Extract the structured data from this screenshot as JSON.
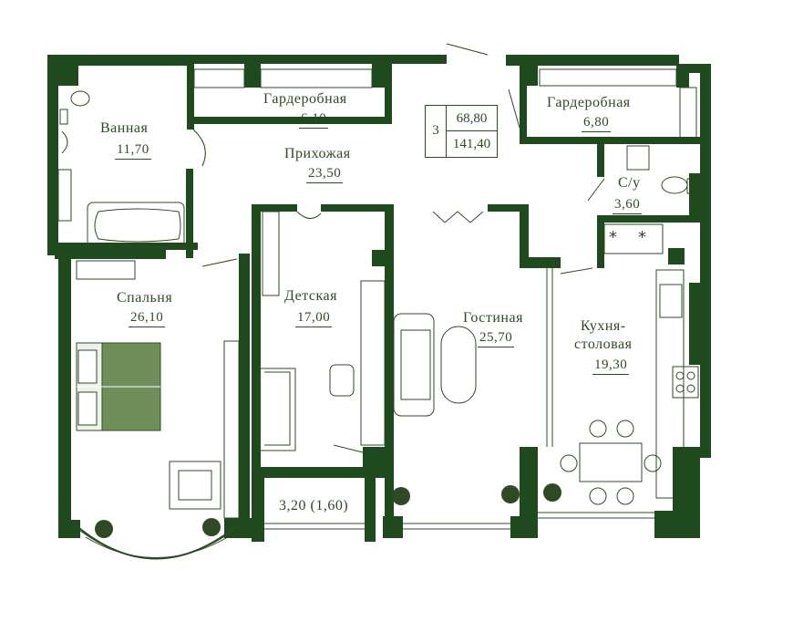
{
  "colors": {
    "wall": "#1f4a1d",
    "line": "#2e4a24",
    "fill_light": "#eef2ea",
    "bed": "#6f8f5a"
  },
  "apartment": {
    "rooms_count": "3",
    "area_living": "68,80",
    "area_total": "141,40"
  },
  "rooms": {
    "bathroom": {
      "name": "Ванная",
      "area": "11,70"
    },
    "wardrobe1": {
      "name": "Гардеробная",
      "area": "6,10"
    },
    "hallway": {
      "name": "Прихожая",
      "area": "23,50"
    },
    "wardrobe2": {
      "name": "Гардеробная",
      "area": "6,80"
    },
    "wc": {
      "name": "С/у",
      "area": "3,60"
    },
    "bedroom": {
      "name": "Спальня",
      "area": "26,10"
    },
    "kids": {
      "name": "Детская",
      "area": "17,00"
    },
    "living": {
      "name": "Гостиная",
      "area": "25,70"
    },
    "kitchen": {
      "name": "Кухня-\nстоловая",
      "area": "19,30"
    },
    "balcony": {
      "area": "3,20 (1,60)"
    }
  },
  "icons": [
    "toilet-icon",
    "sink-icon",
    "bathtub-icon",
    "bed-icon",
    "armchair-icon",
    "sofa-icon",
    "table-icon",
    "plant-icon",
    "stove-icon",
    "shaft-icon"
  ]
}
